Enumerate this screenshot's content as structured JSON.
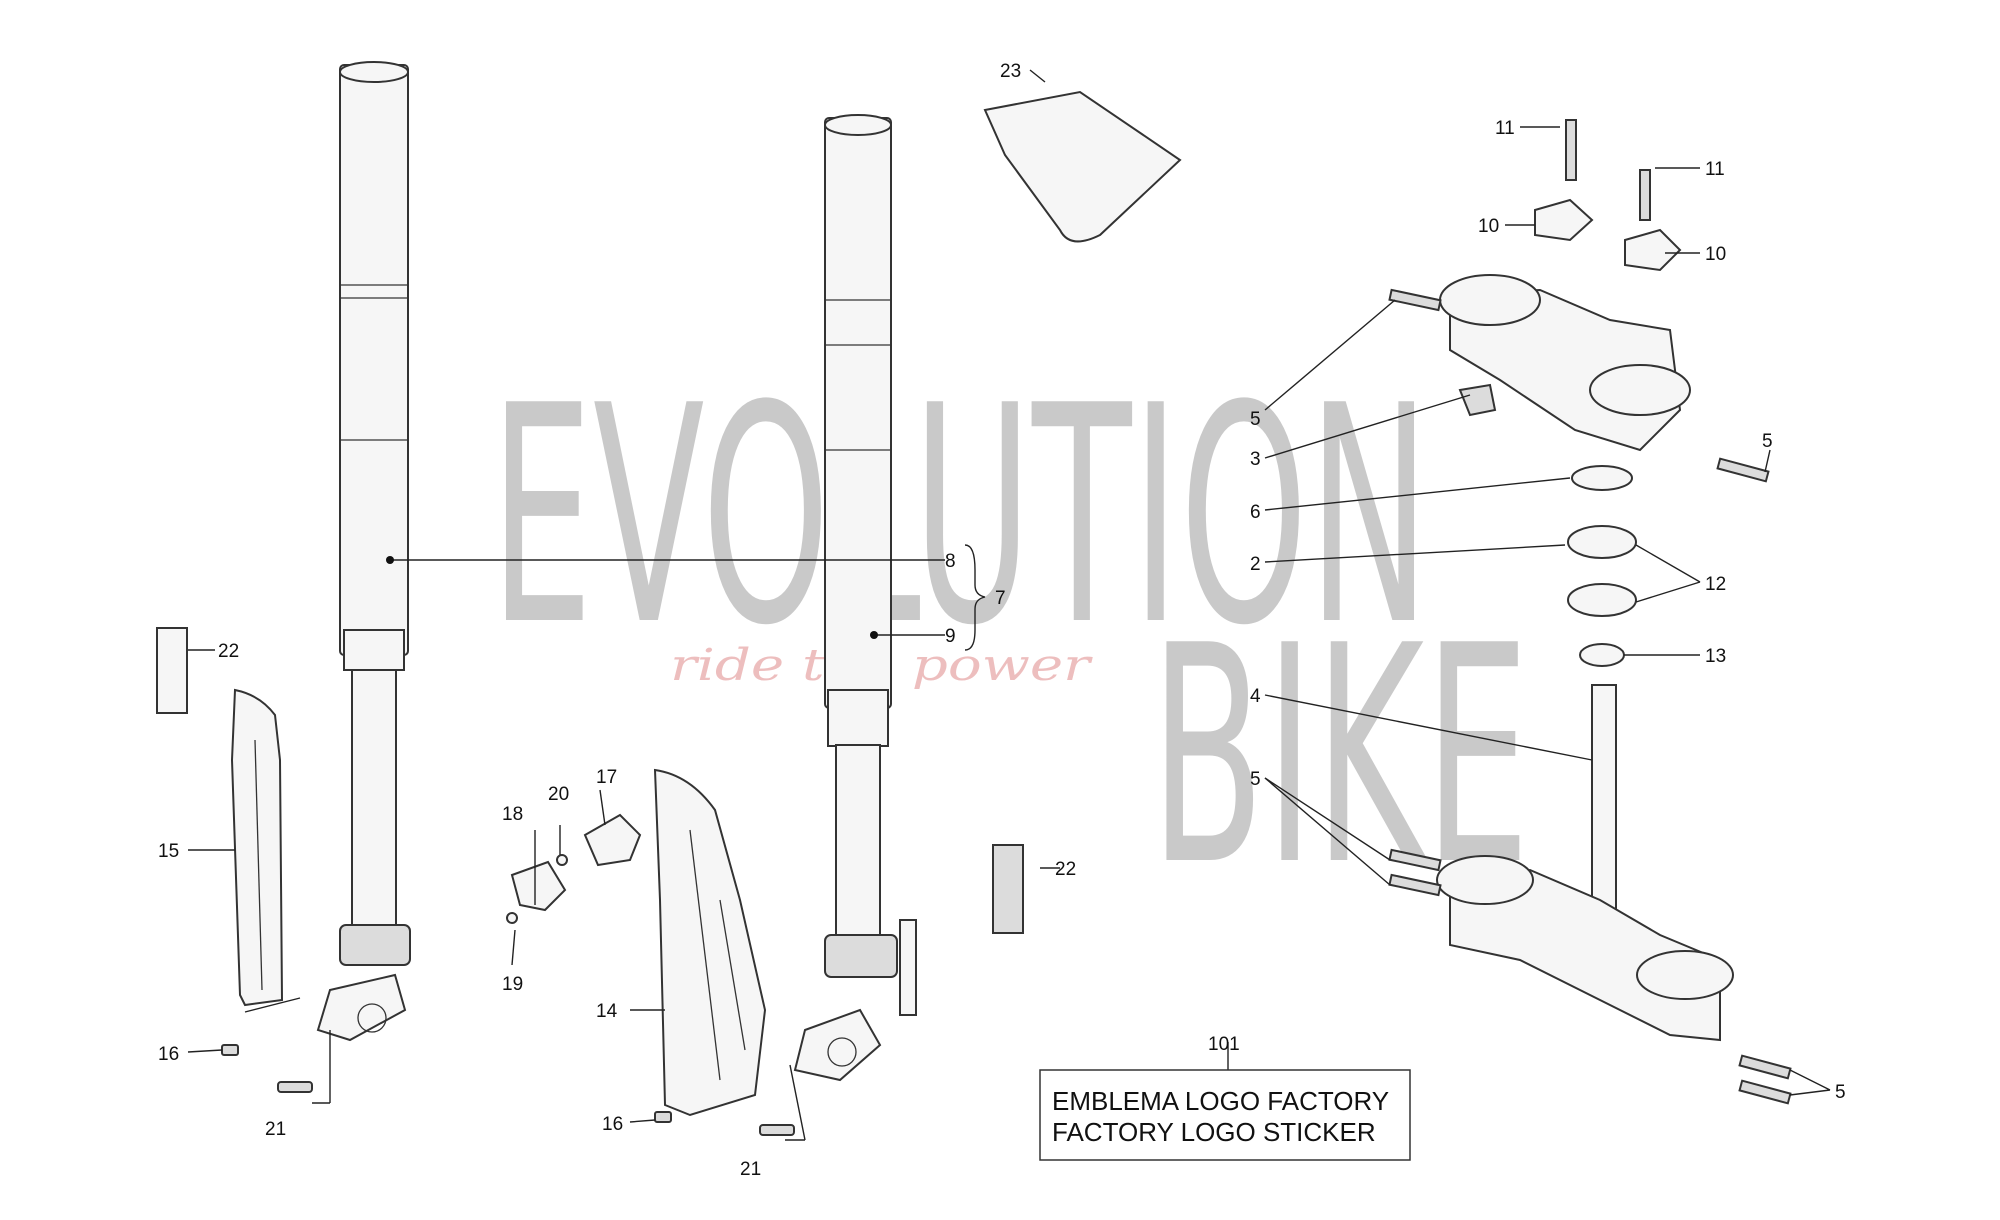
{
  "watermark": {
    "brand_line1": "EVOLUTION",
    "brand_line2": "BIKE",
    "tagline": "ride the power",
    "colors": {
      "brand": "#8a8a8a",
      "tagline": "#e08a8a"
    }
  },
  "callouts": [
    {
      "id": "c8",
      "text": "8"
    },
    {
      "id": "c9",
      "text": "9"
    },
    {
      "id": "c7",
      "text": "7"
    },
    {
      "id": "c22a",
      "text": "22"
    },
    {
      "id": "c22b",
      "text": "22"
    },
    {
      "id": "c15",
      "text": "15"
    },
    {
      "id": "c16a",
      "text": "16"
    },
    {
      "id": "c16b",
      "text": "16"
    },
    {
      "id": "c21a",
      "text": "21"
    },
    {
      "id": "c21b",
      "text": "21"
    },
    {
      "id": "c18",
      "text": "18"
    },
    {
      "id": "c19",
      "text": "19"
    },
    {
      "id": "c20",
      "text": "20"
    },
    {
      "id": "c17",
      "text": "17"
    },
    {
      "id": "c14",
      "text": "14"
    },
    {
      "id": "c23",
      "text": "23"
    },
    {
      "id": "c11a",
      "text": "11"
    },
    {
      "id": "c11b",
      "text": "11"
    },
    {
      "id": "c10a",
      "text": "10"
    },
    {
      "id": "c10b",
      "text": "10"
    },
    {
      "id": "c5a",
      "text": "5"
    },
    {
      "id": "c5b",
      "text": "5"
    },
    {
      "id": "c5c",
      "text": "5"
    },
    {
      "id": "c5d",
      "text": "5"
    },
    {
      "id": "c3",
      "text": "3"
    },
    {
      "id": "c6",
      "text": "6"
    },
    {
      "id": "c2",
      "text": "2"
    },
    {
      "id": "c12",
      "text": "12"
    },
    {
      "id": "c13",
      "text": "13"
    },
    {
      "id": "c4",
      "text": "4"
    },
    {
      "id": "c101",
      "text": "101"
    }
  ],
  "note_box": {
    "line1": "EMBLEMA LOGO FACTORY",
    "line2": "FACTORY LOGO STICKER"
  }
}
